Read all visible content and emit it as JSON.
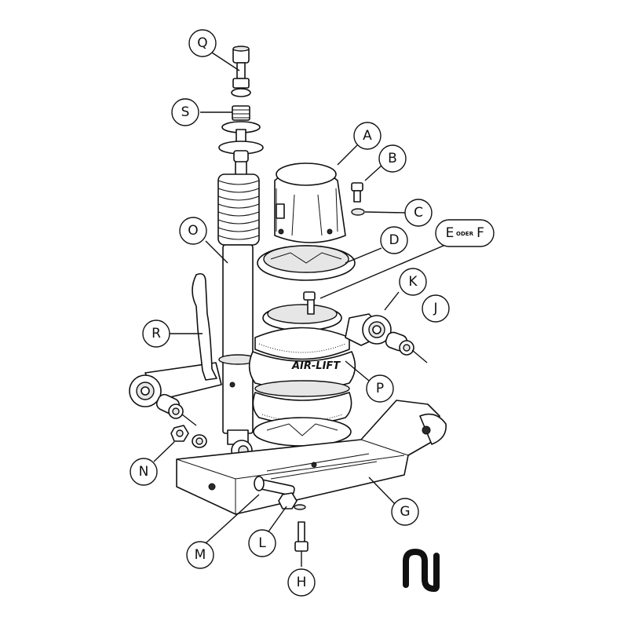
{
  "diagram": {
    "bellows_brand": "AIR-LIFT",
    "callouts": {
      "A": "A",
      "B": "B",
      "C": "C",
      "D": "D",
      "E": "E",
      "oder": "ODER",
      "F": "F",
      "G": "G",
      "H": "H",
      "J": "J",
      "K": "K",
      "L": "L",
      "M": "M",
      "N": "N",
      "O": "O",
      "P": "P",
      "Q": "Q",
      "R": "R",
      "S": "S"
    }
  },
  "colors": {
    "line": "#111111",
    "background": "#ffffff",
    "shade": "#e6e6e6"
  },
  "logo": {
    "icon": "ul-logo-icon"
  }
}
